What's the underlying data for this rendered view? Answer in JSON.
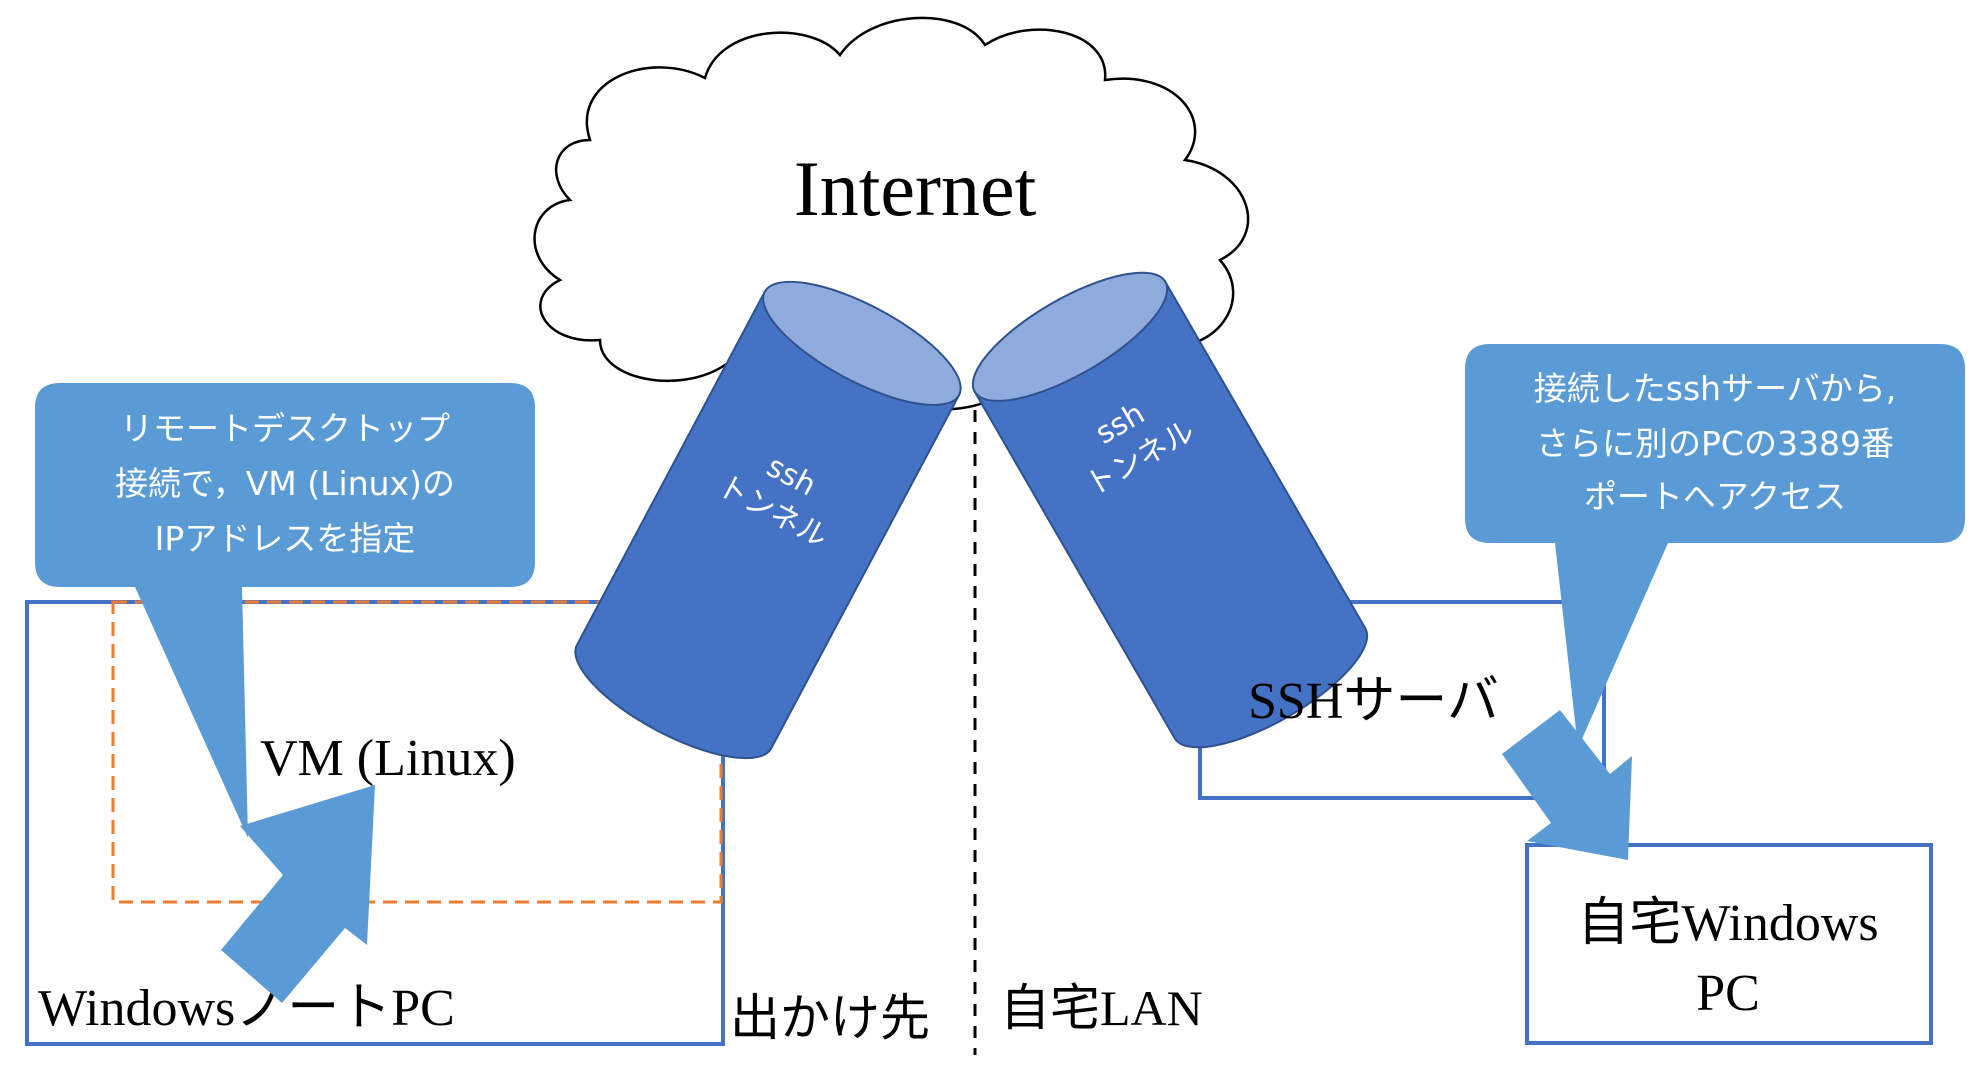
{
  "cloud": {
    "label": "Internet"
  },
  "tunnels": [
    {
      "line1": "ssh",
      "line2": "トンネル"
    },
    {
      "line1": "ssh",
      "line2": "トンネル"
    }
  ],
  "boxes": {
    "laptop": {
      "label": "WindowsノートPC"
    },
    "vm": {
      "label": "VM (Linux)"
    },
    "ssh_server": {
      "label": "SSHサーバ"
    },
    "home_pc": {
      "line1": "自宅Windows",
      "line2": "PC"
    }
  },
  "zones": {
    "outside": "出かけ先",
    "home_lan": "自宅LAN"
  },
  "callouts": {
    "left": {
      "lines": [
        "リモートデスクトップ",
        "接続で，VM (Linux)の",
        "IPアドレスを指定"
      ]
    },
    "right": {
      "lines": [
        "接続したsshサーバから,",
        "さらに別のPCの3389番",
        "ポートへアクセス"
      ]
    }
  },
  "colors": {
    "box_border": "#4472c4",
    "vm_border": "#ed7d31",
    "callout_fill": "#5b9bd5",
    "arrow_fill": "#5b9bd5",
    "tunnel_body": "#4472c4",
    "tunnel_cap": "#8faadc"
  }
}
